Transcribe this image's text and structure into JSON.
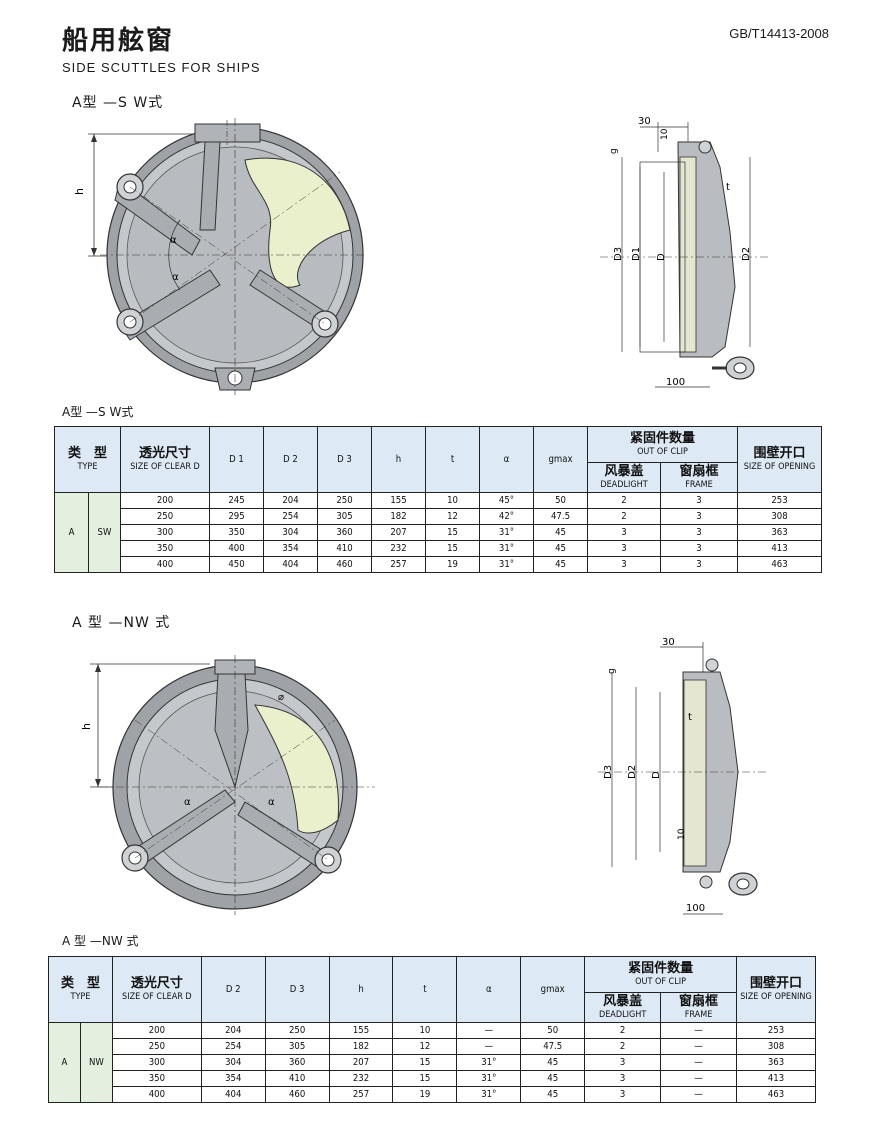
{
  "header": {
    "title_cn": "船用舷窗",
    "title_en": "SIDE SCUTTLES FOR SHIPS",
    "standard": "GB/T14413-2008"
  },
  "section_sw": {
    "heading": "A型 —S W式",
    "table_caption": "A型 —S W式",
    "drawing": {
      "front_labels": {
        "h": "h",
        "alpha1": "α",
        "alpha2": "α"
      },
      "side_labels": {
        "dim_30": "30",
        "dim_10": "10",
        "g": "g",
        "t": "t",
        "D3": "D3",
        "D1": "D1",
        "D": "D",
        "D2": "D2",
        "dim_100": "100"
      }
    },
    "table": {
      "col_type_cn": "类　型",
      "col_type_en": "TYPE",
      "col_clear_cn": "透光尺寸",
      "col_clear_en": "SIZE OF CLEAR D",
      "cols": [
        "D 1",
        "D 2",
        "D 3",
        "h",
        "t",
        "α",
        "gmax"
      ],
      "clip_cn": "紧固件数量",
      "clip_en": "OUT OF CLIP",
      "deadlight_cn": "风暴盖",
      "deadlight_en": "DEADLIGHT",
      "frame_cn": "窗扇框",
      "frame_en": "FRAME",
      "opening_cn": "围壁开口",
      "opening_en": "SIZE OF OPENING",
      "type_a": "A",
      "type_sub": "SW",
      "rows": [
        [
          "200",
          "245",
          "204",
          "250",
          "155",
          "10",
          "45°",
          "50",
          "2",
          "3",
          "253"
        ],
        [
          "250",
          "295",
          "254",
          "305",
          "182",
          "12",
          "42°",
          "47.5",
          "2",
          "3",
          "308"
        ],
        [
          "300",
          "350",
          "304",
          "360",
          "207",
          "15",
          "31°",
          "45",
          "3",
          "3",
          "363"
        ],
        [
          "350",
          "400",
          "354",
          "410",
          "232",
          "15",
          "31°",
          "45",
          "3",
          "3",
          "413"
        ],
        [
          "400",
          "450",
          "404",
          "460",
          "257",
          "19",
          "31°",
          "45",
          "3",
          "3",
          "463"
        ]
      ]
    }
  },
  "section_nw": {
    "heading": "A 型 —NW 式",
    "table_caption": "A 型 —NW 式",
    "drawing": {
      "front_labels": {
        "h": "h",
        "alpha1": "α",
        "alpha2": "α",
        "phi": "⌀"
      },
      "side_labels": {
        "dim_30": "30",
        "g": "g",
        "t": "t",
        "D3": "D3",
        "D2": "D2",
        "D": "D",
        "dim_10": "10",
        "dim_100": "100"
      }
    },
    "table": {
      "col_type_cn": "类　型",
      "col_type_en": "TYPE",
      "col_clear_cn": "透光尺寸",
      "col_clear_en": "SIZE OF CLEAR D",
      "cols": [
        "D 2",
        "D 3",
        "h",
        "t",
        "α",
        "gmax"
      ],
      "clip_cn": "紧固件数量",
      "clip_en": "OUT OF CLIP",
      "deadlight_cn": "风暴盖",
      "deadlight_en": "DEADLIGHT",
      "frame_cn": "窗扇框",
      "frame_en": "FRAME",
      "opening_cn": "围壁开口",
      "opening_en": "SIZE OF OPENING",
      "type_a": "A",
      "type_sub": "NW",
      "rows": [
        [
          "200",
          "204",
          "250",
          "155",
          "10",
          "—",
          "50",
          "2",
          "—",
          "253"
        ],
        [
          "250",
          "254",
          "305",
          "182",
          "12",
          "—",
          "47.5",
          "2",
          "—",
          "308"
        ],
        [
          "300",
          "304",
          "360",
          "207",
          "15",
          "31°",
          "45",
          "3",
          "—",
          "363"
        ],
        [
          "350",
          "354",
          "410",
          "232",
          "15",
          "31°",
          "45",
          "3",
          "—",
          "413"
        ],
        [
          "400",
          "404",
          "460",
          "257",
          "19",
          "31°",
          "45",
          "3",
          "—",
          "463"
        ]
      ]
    }
  }
}
